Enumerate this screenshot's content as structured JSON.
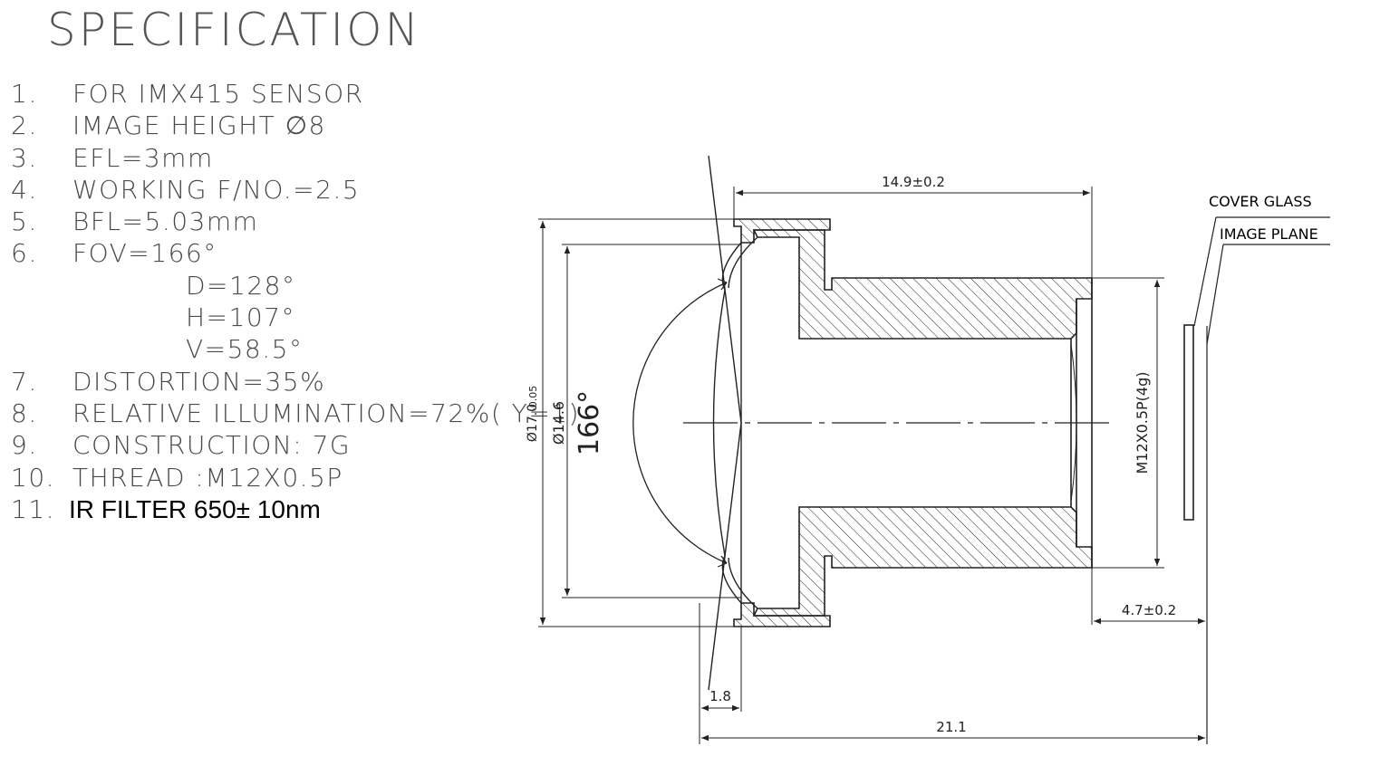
{
  "title": "SPECIFICATION",
  "specs": [
    {
      "num": "1.",
      "text": "FOR IMX415 SENSOR"
    },
    {
      "num": "2.",
      "text": "IMAGE HEIGHT   ∅8"
    },
    {
      "num": "3.",
      "text": "EFL=3mm"
    },
    {
      "num": "4.",
      "text": "WORKING F/NO.=2.5"
    },
    {
      "num": "5.",
      "text": "BFL=5.03mm"
    },
    {
      "num": "6.",
      "text": "FOV=166°"
    },
    {
      "num": "",
      "text": "D=128°"
    },
    {
      "num": "",
      "text": "H=107°"
    },
    {
      "num": "",
      "text": "V=58.5°"
    },
    {
      "num": "7.",
      "text": "DISTORTION=35%"
    },
    {
      "num": "8.",
      "text": "RELATIVE ILLUMINATION=72%( Y=1)"
    },
    {
      "num": "9.",
      "text": "CONSTRUCTION:  7G"
    },
    {
      "num": "10.",
      "text": "THREAD :M12X0.5P"
    },
    {
      "num": "11.",
      "text": "IR FILTER 650± 10nm"
    }
  ],
  "drawing": {
    "dim_top": "14.9±0.2",
    "dim_outer_dia": "Ø17.0",
    "dim_outer_tol": "-0.05",
    "dim_inner_dia": "Ø14.6",
    "fov_label": "166°",
    "thread_label": "M12X0.5P(4g)",
    "dim_back": "4.7±0.2",
    "dim_front": "1.8",
    "dim_total": "21.1",
    "cover_glass": "COVER GLASS",
    "image_plane": "IMAGE PLANE"
  }
}
